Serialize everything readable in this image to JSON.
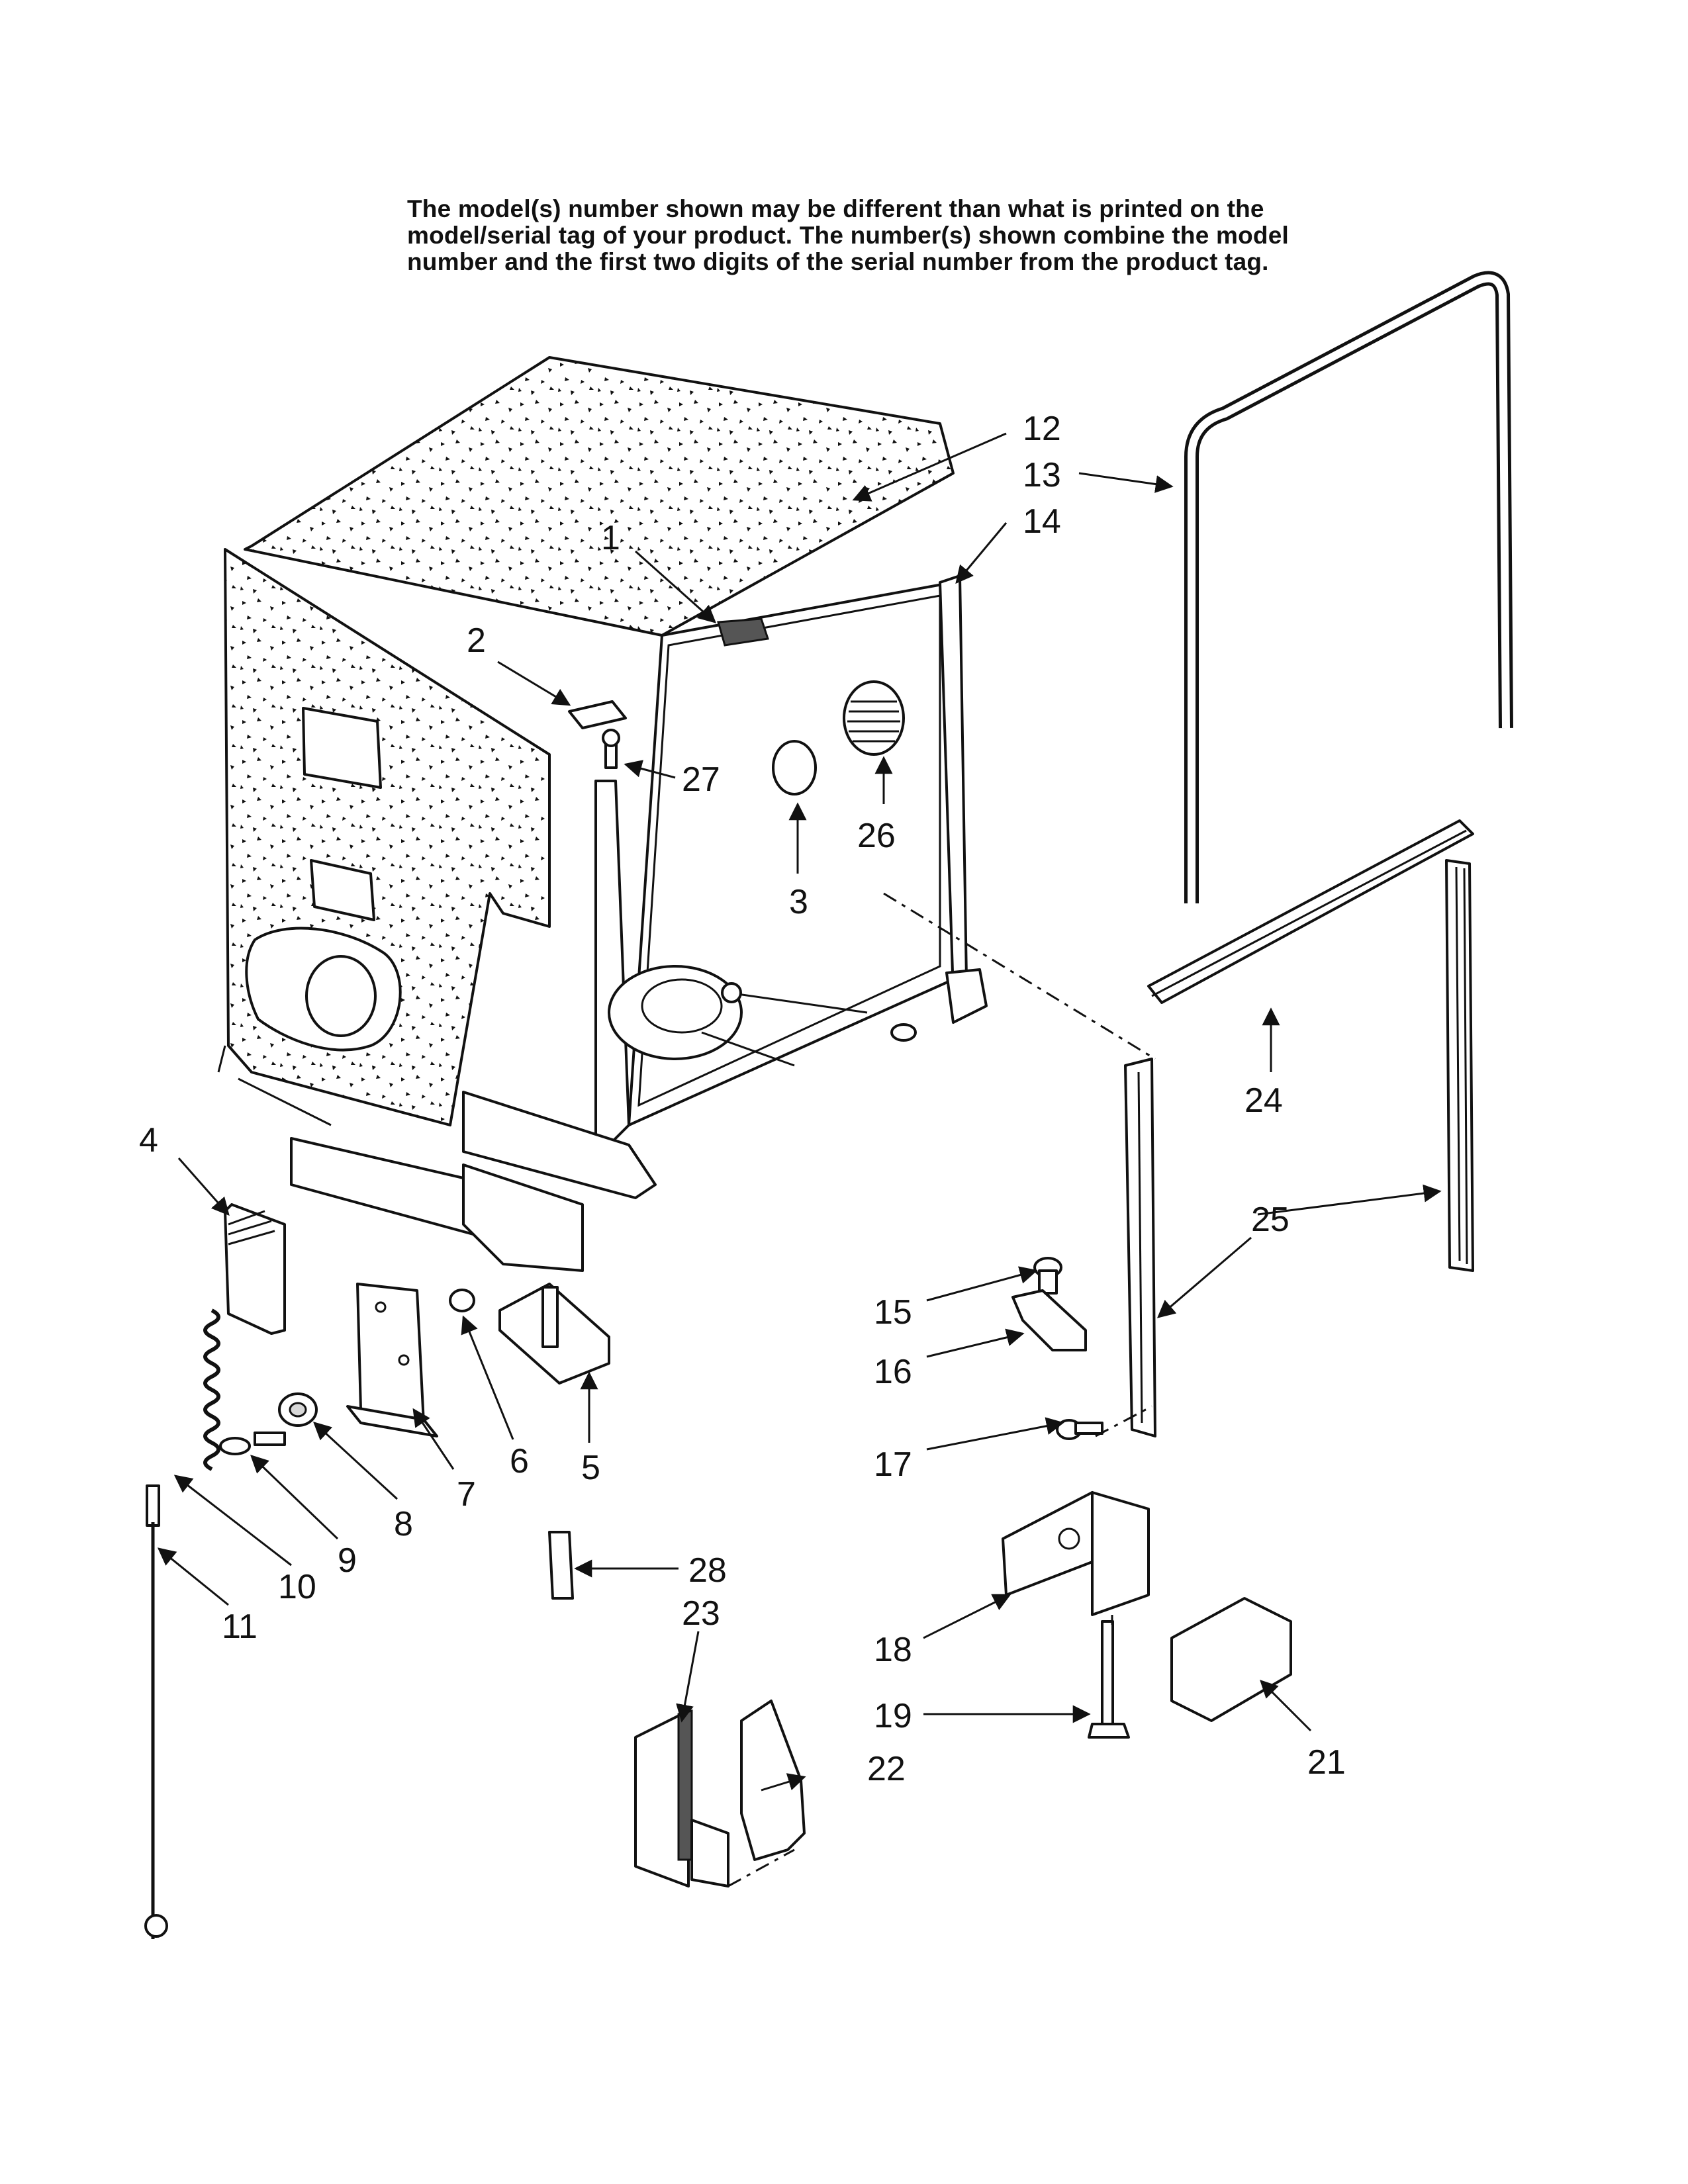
{
  "note": {
    "line1": "The model(s) number shown may be different than what is printed on the",
    "line2": "model/serial tag of your product. The number(s) shown combine the model",
    "line3": "number and the first two digits of the serial number from the product tag."
  },
  "callouts": {
    "c1": "1",
    "c2": "2",
    "c3": "3",
    "c4": "4",
    "c5": "5",
    "c6": "6",
    "c7": "7",
    "c8": "8",
    "c9": "9",
    "c10": "10",
    "c11": "11",
    "c12": "12",
    "c13": "13",
    "c14": "14",
    "c15": "15",
    "c16": "16",
    "c17": "17",
    "c18": "18",
    "c19": "19",
    "c21": "21",
    "c22": "22",
    "c23": "23",
    "c24": "24",
    "c25": "25",
    "c26": "26",
    "c27": "27",
    "c28": "28"
  }
}
